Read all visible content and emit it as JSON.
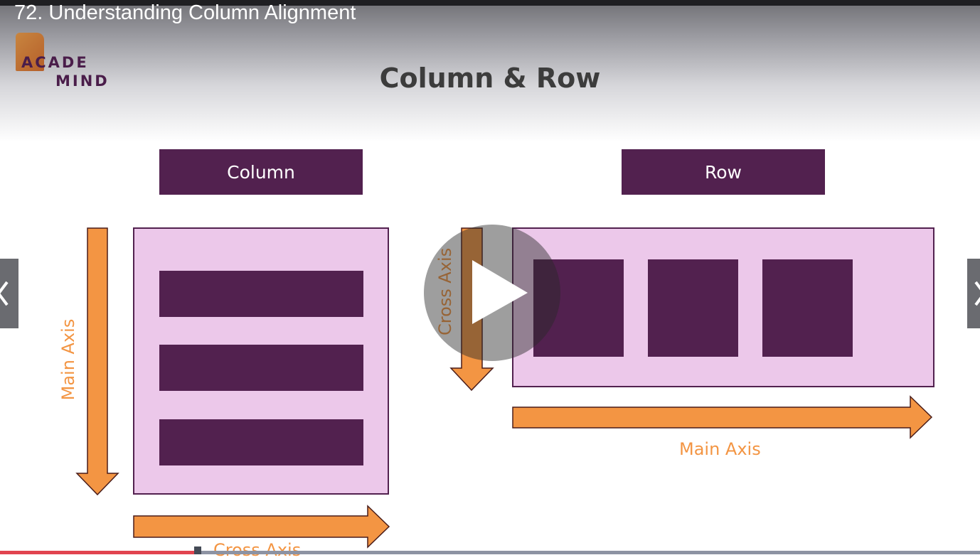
{
  "video": {
    "title": "72. Understanding Column Alignment",
    "progress_percent": 20
  },
  "logo": {
    "line1": "ACADE",
    "line2": "MIND"
  },
  "slide": {
    "title": "Column & Row",
    "column_label": "Column",
    "row_label": "Row",
    "column_main_axis": "Main Axis",
    "column_cross_axis": "Cross Axis",
    "row_cross_axis": "Cross Axis",
    "row_main_axis": "Main Axis"
  },
  "colors": {
    "accent": "#52214f",
    "container": "#ecc8ea",
    "axis": "#f39543",
    "progress": "#e1444f"
  },
  "icons": {
    "play": "play-icon",
    "prev": "chevron-left-icon",
    "next": "chevron-right-icon"
  }
}
